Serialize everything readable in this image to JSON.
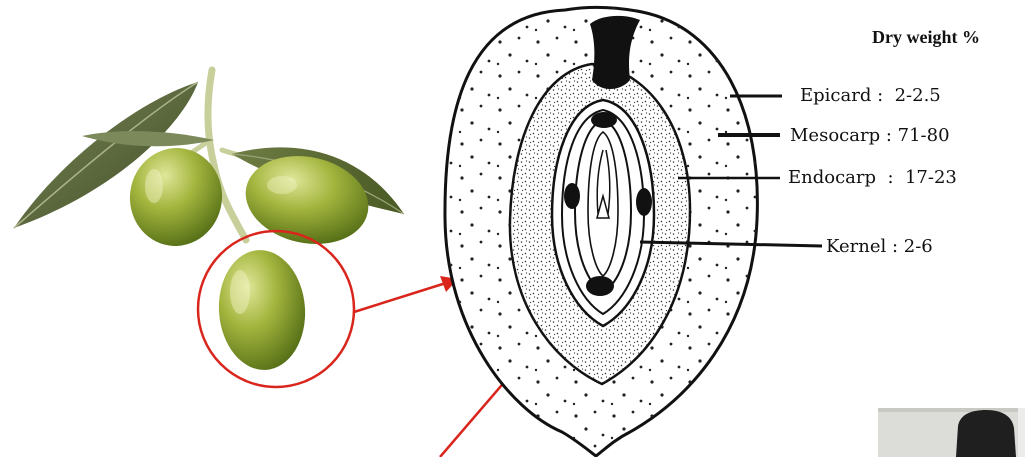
{
  "title": "Dry weight %",
  "labels": [
    {
      "id": "epicard",
      "name": "Epicard",
      "sep": " :  ",
      "value": "2-2.5"
    },
    {
      "id": "mesocarp",
      "name": "Mesocarp",
      "sep": " : ",
      "value": "71-80"
    },
    {
      "id": "endocarp",
      "name": "Endocarp",
      "sep": "  :  ",
      "value": "17-23"
    },
    {
      "id": "kernel",
      "name": "Kernel",
      "sep": " : ",
      "value": "2-6"
    }
  ],
  "colors": {
    "highlight": "#d9251c",
    "outline": "#111111",
    "olive": "#7f9a2a",
    "leaf": "#5d6b3b"
  }
}
